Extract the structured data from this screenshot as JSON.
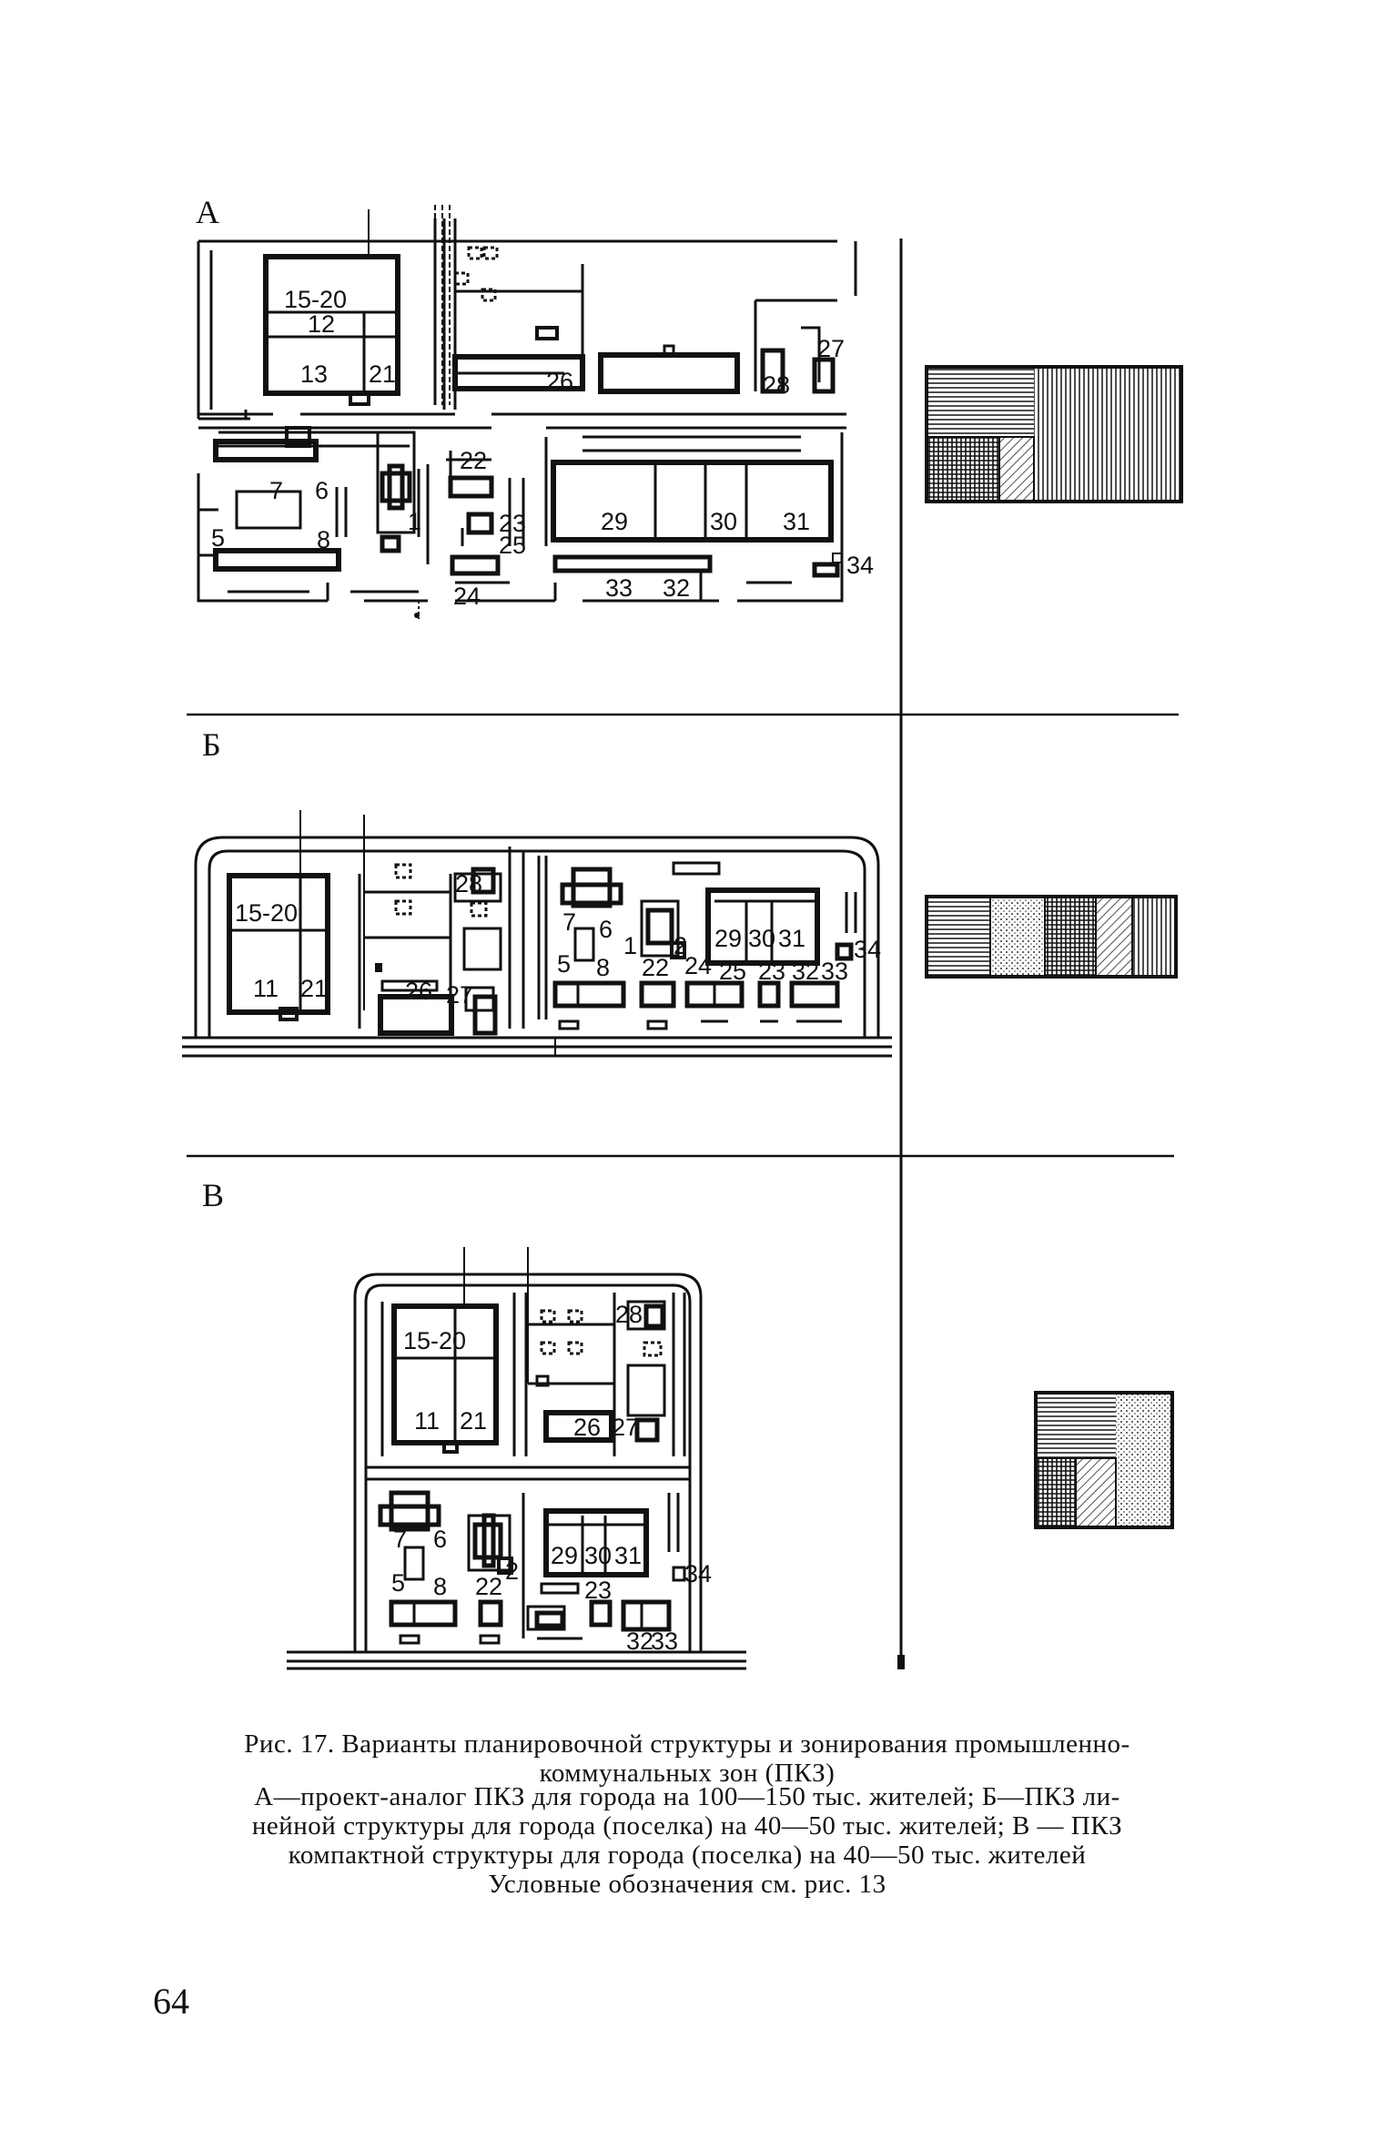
{
  "sections": {
    "a": {
      "letter": "А",
      "labels": {
        "l1520": "15-20",
        "l12": "12",
        "l13": "13",
        "l21": "21",
        "l26": "26",
        "l28": "28",
        "l27": "27",
        "l22": "22",
        "l7": "7",
        "l6": "6",
        "l5": "5",
        "l8": "8",
        "l1": "1",
        "l23": "23",
        "l25": "25",
        "l24": "24",
        "l29": "29",
        "l30": "30",
        "l31": "31",
        "l33": "33",
        "l32": "32",
        "l34": "34"
      }
    },
    "b": {
      "letter": "Б",
      "labels": {
        "l1520": "15-20",
        "l11": "11",
        "l21": "21",
        "l26": "26",
        "l27": "27",
        "l28": "28",
        "l7": "7",
        "l6": "6",
        "l5": "5",
        "l8": "8",
        "l1": "1",
        "l2": "2",
        "l22": "22",
        "l24": "24",
        "l25": "25",
        "l23": "23",
        "l29": "29",
        "l30": "30",
        "l31": "31",
        "l32": "32",
        "l33": "33",
        "l34": "34"
      }
    },
    "v": {
      "letter": "В",
      "labels": {
        "l1520": "15-20",
        "l11": "11",
        "l21": "21",
        "l26": "26",
        "l27": "27",
        "l28": "28",
        "l7": "7",
        "l6": "6",
        "l5": "5",
        "l8": "8",
        "l22": "22",
        "l2": "2",
        "l29": "29",
        "l30": "30",
        "l31": "31",
        "l23": "23",
        "l34": "34",
        "l32": "32",
        "l33": "33"
      }
    }
  },
  "caption": {
    "title_line1": "Рис. 17. Варианты планировочной структуры и зонирования промышленно-",
    "title_line2": "коммунальных зон (ПКЗ)",
    "body_line1": "А—проект-аналог ПКЗ для города на 100—150 тыс. жителей; Б—ПКЗ ли-",
    "body_line2": "нейной структуры для города (поселка) на 40—50 тыс. жителей; В — ПКЗ",
    "body_line3": "компактной структуры для города (поселка) на 40—50 тыс. жителей",
    "body_line4": "Условные обозначения см. рис. 13"
  },
  "page_number": "64"
}
